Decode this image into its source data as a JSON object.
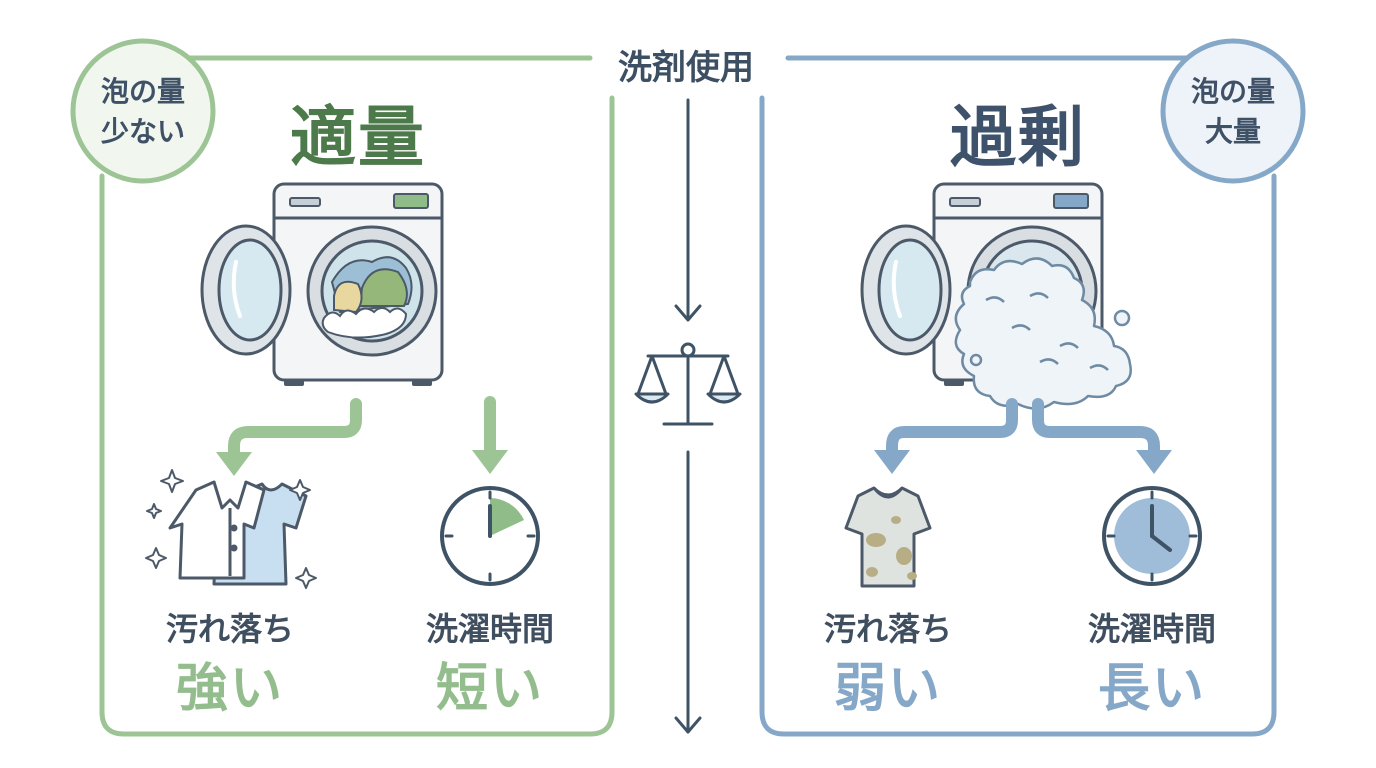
{
  "center": {
    "title": "洗剤使用"
  },
  "colors": {
    "green": "#8db886",
    "green_dark": "#4c7a4a",
    "blue": "#7ea2c4",
    "blue_dark": "#3e536b",
    "axis": "#3f5366"
  },
  "left": {
    "badge_line1": "泡の量",
    "badge_line2": "少ない",
    "title": "適量",
    "stat1": {
      "label": "汚れ落ち",
      "value": "強い"
    },
    "stat2": {
      "label": "洗濯時間",
      "value": "短い"
    },
    "icons": [
      "washing-machine",
      "clean-shirts",
      "clock"
    ]
  },
  "right": {
    "badge_line1": "泡の量",
    "badge_line2": "大量",
    "title": "過剰",
    "stat1": {
      "label": "汚れ落ち",
      "value": "弱い"
    },
    "stat2": {
      "label": "洗濯時間",
      "value": "長い"
    },
    "icons": [
      "washing-machine-overflowing-foam",
      "stained-shirt",
      "clock"
    ]
  }
}
